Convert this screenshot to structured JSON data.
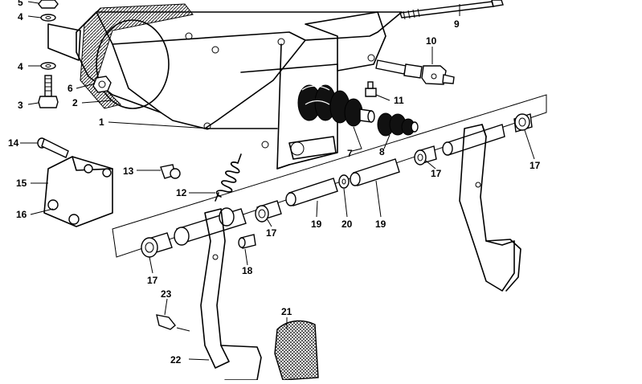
{
  "diagram": {
    "callouts": [
      "1",
      "2",
      "3",
      "4",
      "4",
      "5",
      "6",
      "7",
      "8",
      "9",
      "10",
      "11",
      "12",
      "13",
      "14",
      "15",
      "16",
      "17",
      "17",
      "17",
      "17",
      "17",
      "18",
      "19",
      "19",
      "20",
      "21",
      "22",
      "23"
    ]
  },
  "colors": {
    "ink": "#000000",
    "paper": "#ffffff"
  }
}
